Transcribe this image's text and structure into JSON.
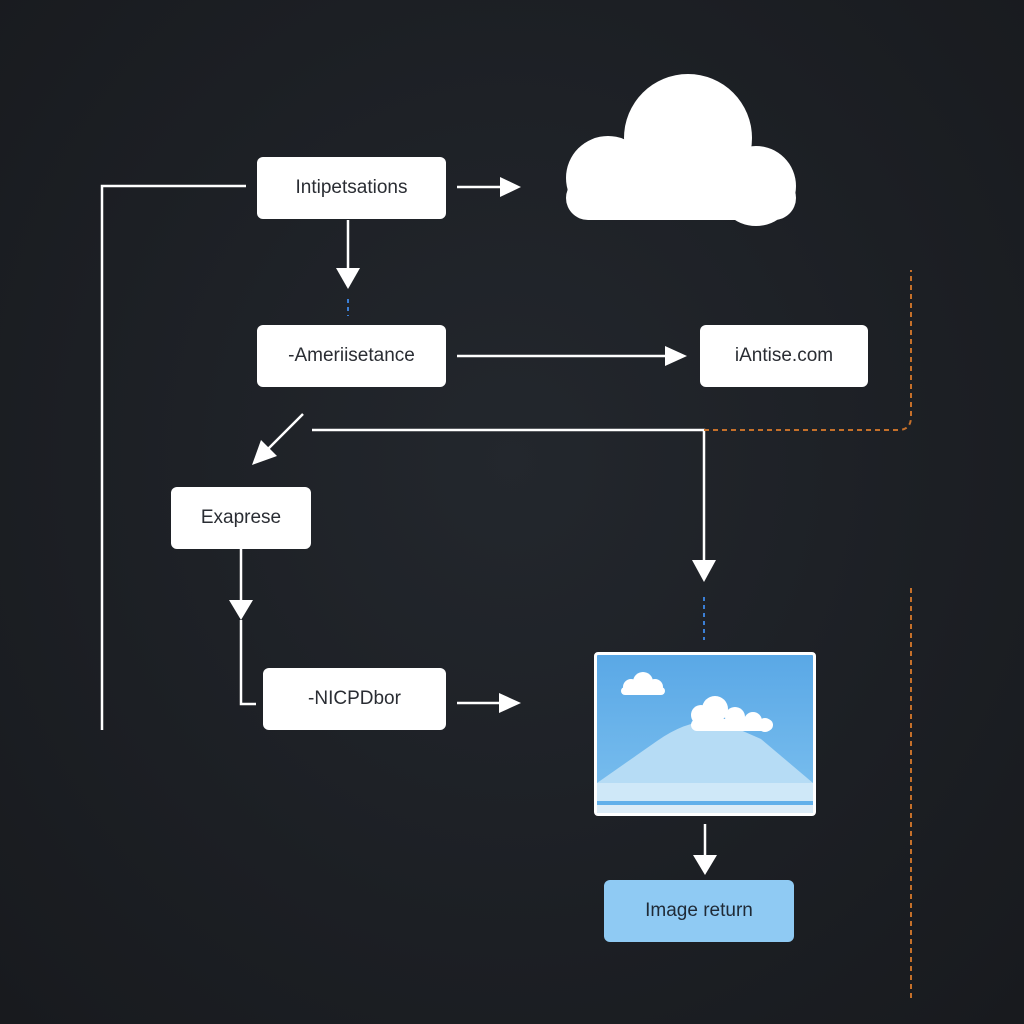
{
  "nodes": {
    "interpretations": "Intipetsations",
    "amerisetance": "-Ameriisetance",
    "iantise": "iAntise.com",
    "exaprese": "Exaprese",
    "nicpdbor": "-NICPDbor",
    "image_return": "Image return"
  },
  "icons": {
    "cloud": "cloud-icon",
    "image": "landscape-image-icon"
  },
  "colors": {
    "background": "#1c1f24",
    "node_fill": "#ffffff",
    "node_text": "#2a2d33",
    "connector": "#ffffff",
    "dashed_blue": "#3b7fd6",
    "dashed_orange": "#c5702a",
    "image_sky": "#62b0ea",
    "image_mountain": "#b6dcf5",
    "image_return_fill": "#8fcaf3"
  }
}
